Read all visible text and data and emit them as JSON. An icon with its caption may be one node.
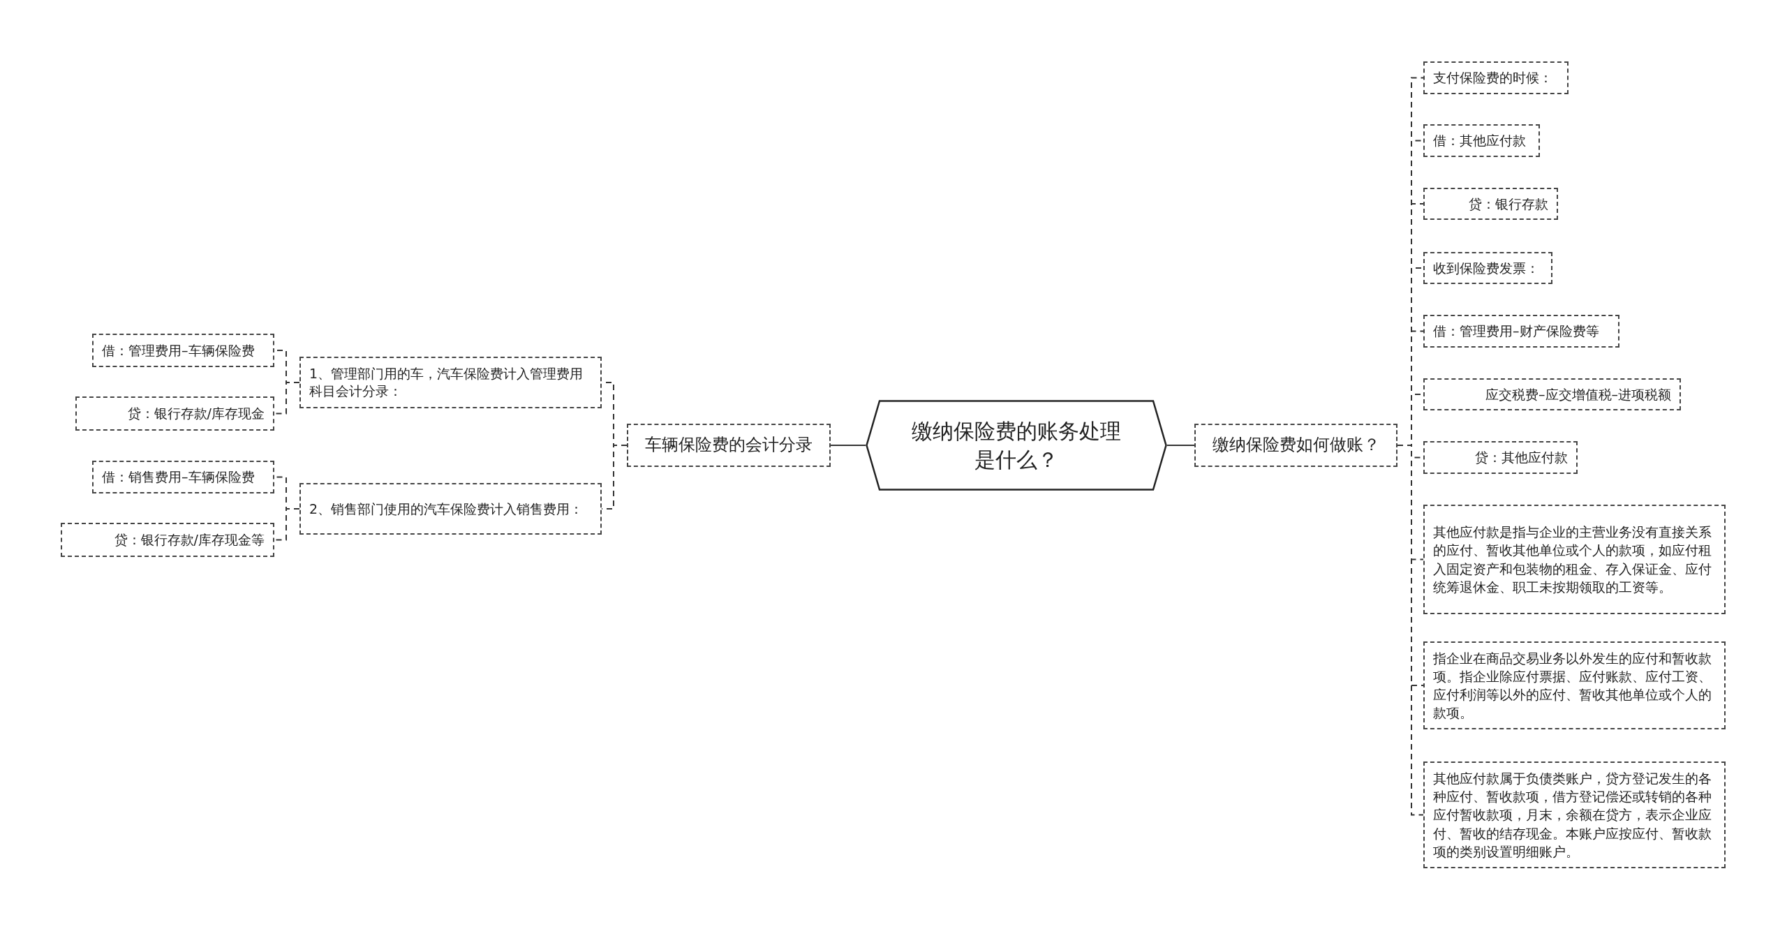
{
  "diagram": {
    "nodes": [
      {
        "text": [
          "缴纳保险费的账务处理是什么？"
        ]
      },
      {
        "text": [
          "车辆保险费的会计分录"
        ]
      },
      {
        "text": [
          "1、管理部门用的车，汽车保险费计入管理费用科目会计分录："
        ]
      },
      {
        "text": [
          "借：管理费用–车辆保险费"
        ]
      },
      {
        "text": [
          "贷：银行存款/库存现金"
        ]
      },
      {
        "text": [
          "2、销售部门使用的汽车保险费计入销售费用："
        ]
      },
      {
        "text": [
          "借：销售费用–车辆保险费"
        ]
      },
      {
        "text": [
          "贷：银行存款/库存现金等"
        ]
      },
      {
        "text": [
          "缴纳保险费如何做账？"
        ]
      },
      {
        "text": [
          "支付保险费的时候："
        ]
      },
      {
        "text": [
          "借：其他应付款"
        ]
      },
      {
        "text": [
          "贷：银行存款"
        ]
      },
      {
        "text": [
          "收到保险费发票："
        ]
      },
      {
        "text": [
          "借：管理费用–财产保险费等"
        ]
      },
      {
        "text": [
          "应交税费–应交增值税–进项税额"
        ]
      },
      {
        "text": [
          "贷：其他应付款"
        ]
      },
      {
        "text": [
          "其他应付款是指与企业的主营业务没有直接关系的应付、暂收其他单位或个人的款项，如应付租入固定资产和包装物的租金、存入保证金、应付统筹退休金、职工未按期领取的工资等。"
        ]
      },
      {
        "text": [
          "指企业在商品交易业务以外发生的应付和暂收款项。指企业除应付票据、应付账款、应付工资、应付利润等以外的应付、暂收其他单位或个人的款项。"
        ]
      },
      {
        "text": [
          "其他应付款属于负债类账户，贷方登记发生的各种应付、暂收款项，借方登记偿还或转销的各种应付暂收款项，月末，余额在贷方，表示企业应付、暂收的结存现金。本账户应按应付、暂收款项的类别设置明细账户。"
        ]
      }
    ],
    "edges": [
      {
        "from": 0,
        "to": 1,
        "arrow": "none"
      },
      {
        "from": 1,
        "to": 2,
        "arrow": "none",
        "style": "dashed"
      },
      {
        "from": 2,
        "to": 3,
        "arrow": "none",
        "style": "dashed"
      },
      {
        "from": 2,
        "to": 4,
        "arrow": "none",
        "style": "dashed"
      },
      {
        "from": 1,
        "to": 5,
        "arrow": "none",
        "style": "dashed"
      },
      {
        "from": 5,
        "to": 6,
        "arrow": "none",
        "style": "dashed"
      },
      {
        "from": 5,
        "to": 7,
        "arrow": "none",
        "style": "dashed"
      },
      {
        "from": 0,
        "to": 8,
        "arrow": "none"
      },
      {
        "from": 8,
        "to": 9,
        "arrow": "none",
        "style": "dashed"
      },
      {
        "from": 8,
        "to": 10,
        "arrow": "none",
        "style": "dashed"
      },
      {
        "from": 8,
        "to": 11,
        "arrow": "none",
        "style": "dashed"
      },
      {
        "from": 8,
        "to": 12,
        "arrow": "none",
        "style": "dashed"
      },
      {
        "from": 8,
        "to": 13,
        "arrow": "none",
        "style": "dashed"
      },
      {
        "from": 8,
        "to": 14,
        "arrow": "none",
        "style": "dashed"
      },
      {
        "from": 8,
        "to": 15,
        "arrow": "none",
        "style": "dashed"
      },
      {
        "from": 8,
        "to": 16,
        "arrow": "none",
        "style": "dashed"
      },
      {
        "from": 8,
        "to": 17,
        "arrow": "none",
        "style": "dashed"
      },
      {
        "from": 8,
        "to": 18,
        "arrow": "none",
        "style": "dashed"
      }
    ]
  }
}
